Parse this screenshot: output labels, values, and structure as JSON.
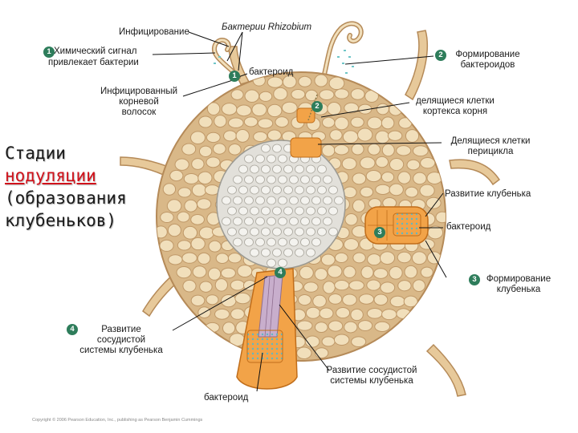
{
  "title": {
    "line1": "Стадии",
    "line2": "нодуляции",
    "line3": "(образования",
    "line4": "клубеньков)"
  },
  "labels": {
    "infection": "Инфицирование",
    "bacteria": "Бактерии Rhizobium",
    "chem_signal_1": "Химический сигнал",
    "chem_signal_2": "привлекает бактерии",
    "bacteroid_top": "бактероид",
    "infected_hair_1": "Инфицированный",
    "infected_hair_2": "корневой",
    "infected_hair_3": "волосок",
    "bacteroid_form_1": "Формирование",
    "bacteroid_form_2": "бактероидов",
    "cortex_div_1": "делящиеся клетки",
    "cortex_div_2": "кортекса корня",
    "pericycle_div_1": "Делящиеся клетки",
    "pericycle_div_2": "перицикла",
    "nodule_dev": "Развитие клубенька",
    "bacteroid_right": "бактероид",
    "nodule_form_1": "Формирование",
    "nodule_form_2": "клубенька",
    "vasc_left_1": "Развитие",
    "vasc_left_2": "сосудистой",
    "vasc_left_3": "системы  клубенька",
    "vasc_bottom_1": "Развитие сосудистой",
    "vasc_bottom_2": "системы клубенька",
    "bacteroid_bottom": "бактероид"
  },
  "badges": {
    "b1": "1",
    "b2": "2",
    "b3": "3",
    "b4": "4"
  },
  "copyright": "Copyright © 2006 Pearson Education, Inc., publishing as Pearson Benjamin Cummings",
  "colors": {
    "cell_fill": "#f1dfbb",
    "cell_stroke": "#bf9868",
    "matrix": "#d9b888",
    "stele": "#e2e0da",
    "nodule": "#f2a348",
    "badge": "#2e7d5b",
    "bacteria": "#6fc6c8"
  }
}
